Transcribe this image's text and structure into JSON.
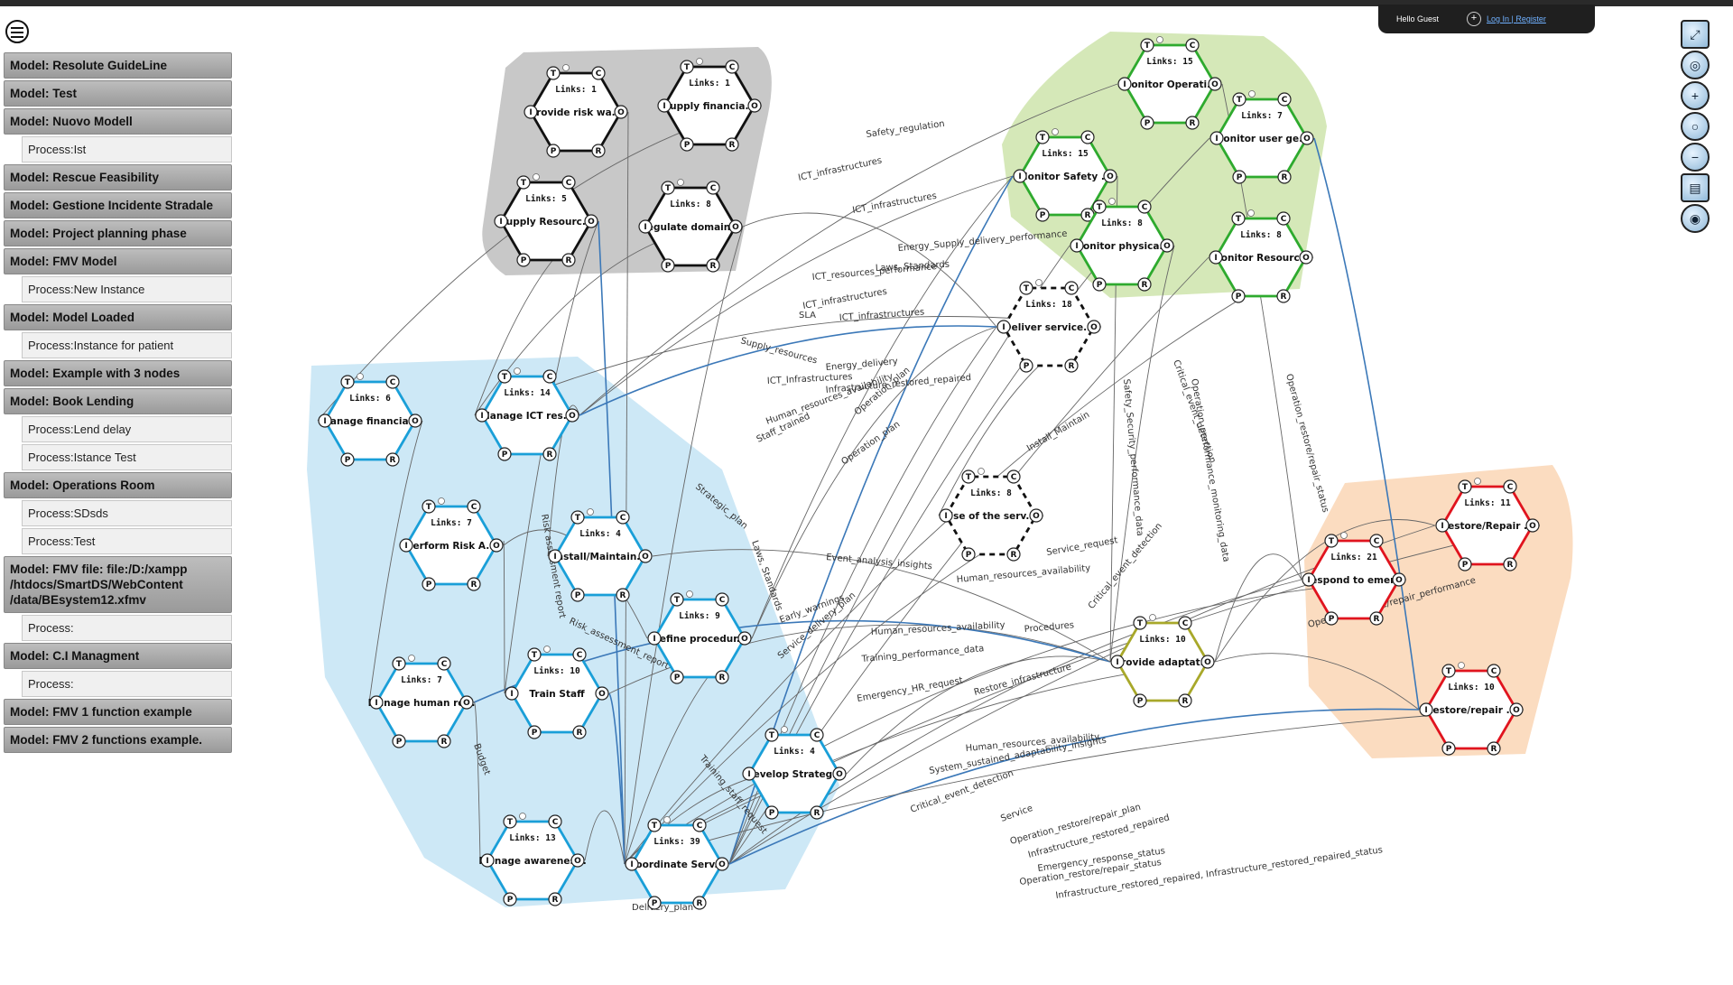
{
  "sidebar": {
    "items": [
      {
        "type": "model",
        "label": "Model: Resolute GuideLine"
      },
      {
        "type": "model",
        "label": "Model: Test"
      },
      {
        "type": "model",
        "label": "Model: Nuovo Modell"
      },
      {
        "type": "process",
        "label": "Process:Ist"
      },
      {
        "type": "model",
        "label": "Model: Rescue Feasibility"
      },
      {
        "type": "model",
        "label": "Model: Gestione Incidente Stradale"
      },
      {
        "type": "model",
        "label": "Model: Project planning phase"
      },
      {
        "type": "model",
        "label": "Model: FMV Model"
      },
      {
        "type": "process",
        "label": "Process:New Instance"
      },
      {
        "type": "model",
        "label": "Model: Model Loaded"
      },
      {
        "type": "process",
        "label": "Process:Instance for patient"
      },
      {
        "type": "model",
        "label": "Model: Example with 3 nodes"
      },
      {
        "type": "model",
        "label": "Model: Book Lending"
      },
      {
        "type": "process",
        "label": "Process:Lend delay"
      },
      {
        "type": "process",
        "label": "Process:Istance Test"
      },
      {
        "type": "model",
        "label": "Model: Operations Room"
      },
      {
        "type": "process",
        "label": "Process:SDsds"
      },
      {
        "type": "process",
        "label": "Process:Test"
      },
      {
        "type": "model",
        "label": "Model: FMV file: file:/D:/xampp /htdocs/SmartDS/WebContent /data/BEsystem12.xfmv"
      },
      {
        "type": "process",
        "label": "Process:"
      },
      {
        "type": "model",
        "label": "Model: C.I Managment"
      },
      {
        "type": "process",
        "label": "Process:"
      },
      {
        "type": "model",
        "label": "Model: FMV 1 function example"
      },
      {
        "type": "model",
        "label": "Model: FMV 2 functions example."
      }
    ]
  },
  "userbar": {
    "hello": "Hello Guest",
    "plus": "+",
    "login": "Log In | Register"
  },
  "toolbar": [
    {
      "name": "fullscreen-icon",
      "glyph": "⤢"
    },
    {
      "name": "target-icon",
      "glyph": "◎"
    },
    {
      "name": "zoom-in-icon",
      "glyph": "+"
    },
    {
      "name": "zoom-reset-icon",
      "glyph": "○"
    },
    {
      "name": "zoom-out-icon",
      "glyph": "−"
    },
    {
      "name": "print-icon",
      "glyph": "▤"
    },
    {
      "name": "eye-icon",
      "glyph": "◉"
    }
  ],
  "colors": {
    "gray_group": "#c8c8c8",
    "green_group": "#d5e8b8",
    "blue_group": "#cde8f6",
    "orange_group": "#fbdcc0",
    "blue_node": "#1a9fd8",
    "green_node": "#2eaa2e",
    "red_node": "#e0141e",
    "olive_node": "#a8a82a",
    "black_node": "#111111"
  },
  "ports": {
    "t": "T",
    "c": "C",
    "i": "I",
    "o": "O",
    "p": "P",
    "r": "R"
  },
  "nodes": [
    {
      "id": "n1",
      "title": "Provide risk wa...",
      "links": "Links: 1",
      "color": "black"
    },
    {
      "id": "n2",
      "title": "Supply financia...",
      "links": "Links: 1",
      "color": "black"
    },
    {
      "id": "n3",
      "title": "Supply Resourc...",
      "links": "Links: 5",
      "color": "black"
    },
    {
      "id": "n4",
      "title": "Regulate domain...",
      "links": "Links: 8",
      "color": "black"
    },
    {
      "id": "n5",
      "title": "Monitor Operati...",
      "links": "Links: 15",
      "color": "green"
    },
    {
      "id": "n6",
      "title": "Monitor user ge...",
      "links": "Links: 7",
      "color": "green"
    },
    {
      "id": "n7",
      "title": "Monitor Safety ...",
      "links": "Links: 15",
      "color": "green"
    },
    {
      "id": "n8",
      "title": "Monitor physica...",
      "links": "Links: 8",
      "color": "green"
    },
    {
      "id": "n9",
      "title": "Monitor Resourc...",
      "links": "Links: 8",
      "color": "green"
    },
    {
      "id": "n10",
      "title": "Deliver service...",
      "links": "Links: 18",
      "color": "dashed"
    },
    {
      "id": "n11",
      "title": "Manage financia...",
      "links": "Links: 6",
      "color": "blue"
    },
    {
      "id": "n12",
      "title": "Manage ICT res...",
      "links": "Links: 14",
      "color": "blue"
    },
    {
      "id": "n13",
      "title": "Perform Risk A...",
      "links": "Links: 7",
      "color": "blue"
    },
    {
      "id": "n14",
      "title": "Install/Maintain...",
      "links": "Links: 4",
      "color": "blue"
    },
    {
      "id": "n15",
      "title": "Use of the serv...",
      "links": "Links: 8",
      "color": "dashed"
    },
    {
      "id": "n16",
      "title": "Define procedur...",
      "links": "Links: 9",
      "color": "blue"
    },
    {
      "id": "n17",
      "title": "Train Staff",
      "links": "Links: 10",
      "color": "blue"
    },
    {
      "id": "n18",
      "title": "Manage human re...",
      "links": "Links: 7",
      "color": "blue"
    },
    {
      "id": "n19",
      "title": "Develop Strateg...",
      "links": "Links: 4",
      "color": "blue"
    },
    {
      "id": "n20",
      "title": "Manage awarenes...",
      "links": "Links: 13",
      "color": "blue"
    },
    {
      "id": "n21",
      "title": "Coordinate Serv...",
      "links": "Links: 39",
      "color": "blue"
    },
    {
      "id": "n22",
      "title": "Provide adaptat...",
      "links": "Links: 10",
      "color": "olive"
    },
    {
      "id": "n23",
      "title": "Restore/Repair ...",
      "links": "Links: 11",
      "color": "red"
    },
    {
      "id": "n24",
      "title": "Respond to emer...",
      "links": "Links: 21",
      "color": "red"
    },
    {
      "id": "n25",
      "title": "Restore/repair ...",
      "links": "Links: 10",
      "color": "red"
    }
  ],
  "edge_labels": [
    "Safety_regulation",
    "ICT_infrastructures",
    "ICT_infrastructures",
    "Energy_Supply_delivery_performance",
    "ICT_resources_performance",
    "Laws, Standards",
    "ICT_infrastructures",
    "ICT_infrastructures",
    "SLA",
    "Supply_resources",
    "Energy_delivery",
    "ICT_Infrastructures",
    "Infrastructure_restored_repaired",
    "Human_resources_availability",
    "Staff_trained",
    "Operation_plan",
    "Install_Maintain",
    "Event_analysis_insights",
    "Human_resources_availability",
    "Human_resources_availability",
    "Procedures",
    "Training_performance_data",
    "Restore_infrastructure",
    "Emergency_HR_request",
    "Human_resources_availability",
    "System_sustained_adaptability_insights",
    "Critical_event_detection",
    "Service",
    "Operation_restore/repair_plan",
    "Infrastructure_restored_repaired",
    "Emergency_response_status",
    "Operation_restore/repair_status",
    "Infrastructure_restored_repaired, Infrastructure_restored_repaired_status",
    "Operation_restore/repair_performance",
    "Safety_Security_performance_data",
    "Operation_performance_monitoring_data",
    "Critical_event_detection",
    "Operation_restore/repair_status",
    "Service_request",
    "Budget",
    "Risk_assessment_report",
    "Risk assessment report",
    "Early_warnings",
    "Service_delivery_plan",
    "Laws, Standards",
    "Strategic_plan",
    "Operation_plan",
    "Training_staff_request",
    "Delivery_plan",
    "Critical_event_detection"
  ]
}
